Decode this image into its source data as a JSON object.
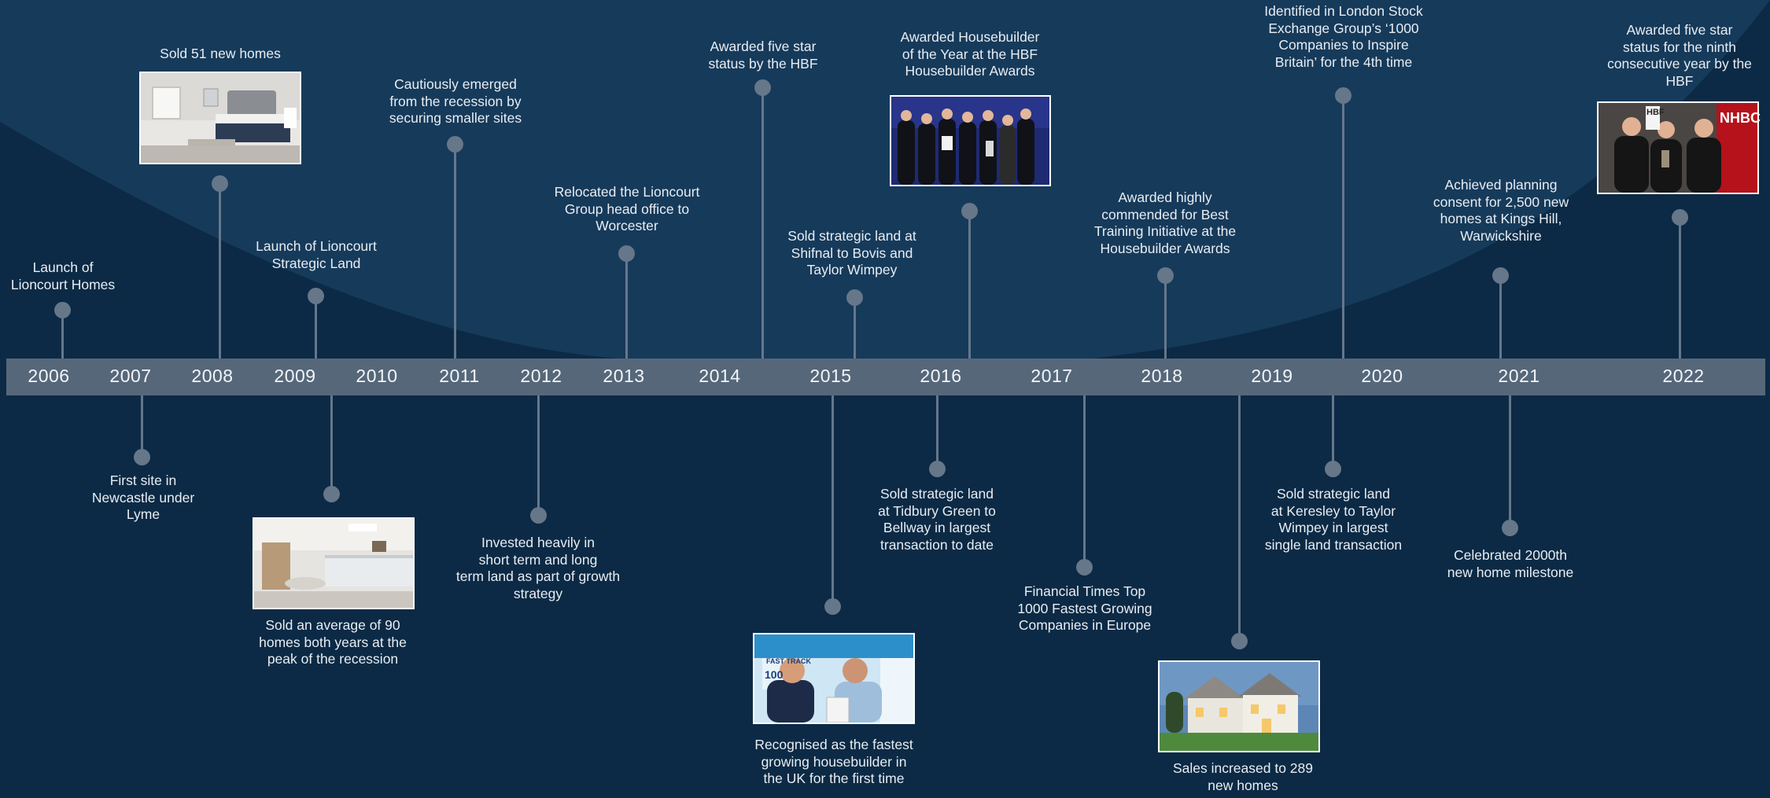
{
  "years": [
    "2006",
    "2007",
    "2008",
    "2009",
    "2010",
    "2011",
    "2012",
    "2013",
    "2014",
    "2015",
    "2016",
    "2017",
    "2018",
    "2019",
    "2020",
    "2021",
    "2022"
  ],
  "events_above": [
    {
      "id": "e1",
      "text": "Launch of\nLioncourt Homes"
    },
    {
      "id": "e2",
      "text": "Sold 51 new homes"
    },
    {
      "id": "e3",
      "text": "Launch of Lioncourt\nStrategic Land"
    },
    {
      "id": "e4",
      "text": "Cautiously emerged\nfrom the recession by\nsecuring smaller sites"
    },
    {
      "id": "e5",
      "text": "Relocated the Lioncourt\nGroup head office to\nWorcester"
    },
    {
      "id": "e6",
      "text": "Awarded five star\nstatus by the HBF"
    },
    {
      "id": "e7",
      "text": "Sold strategic land at\nShifnal to Bovis and\nTaylor Wimpey"
    },
    {
      "id": "e8",
      "text": "Awarded Housebuilder\nof the Year at the HBF\nHousebuilder Awards"
    },
    {
      "id": "e9",
      "text": "Awarded highly\ncommended for Best\nTraining Initiative at the\nHousebuilder Awards"
    },
    {
      "id": "e10",
      "text": "Identified in London Stock\nExchange Group’s ‘1000\nCompanies to Inspire\nBritain’ for the 4th time"
    },
    {
      "id": "e11",
      "text": "Achieved planning\nconsent for 2,500 new\nhomes at Kings Hill,\nWarwickshire"
    },
    {
      "id": "e12",
      "text": "Awarded five star\nstatus for the ninth\nconsecutive year by the\nHBF"
    }
  ],
  "events_below": [
    {
      "id": "b1",
      "text": "First site in\nNewcastle under\nLyme"
    },
    {
      "id": "b2",
      "text": "Sold an average of 90\nhomes both years at the\npeak of the recession"
    },
    {
      "id": "b3",
      "text": "Invested heavily in\nshort term and long\nterm land as part of growth\nstrategy"
    },
    {
      "id": "b4",
      "text": "Recognised as the fastest\ngrowing housebuilder in\nthe UK for the first time"
    },
    {
      "id": "b5",
      "text": "Sold strategic land\nat Tidbury Green to\nBellway in largest\ntransaction to date"
    },
    {
      "id": "b6",
      "text": "Financial Times Top\n1000 Fastest Growing\nCompanies in Europe"
    },
    {
      "id": "b7",
      "text": "Sales increased to 289\nnew homes"
    },
    {
      "id": "b8",
      "text": "Sold strategic land\nat Keresley to Taylor\nWimpey in largest\nsingle land transaction"
    },
    {
      "id": "b9",
      "text": "Celebrated 2000th\nnew home milestone"
    }
  ],
  "photos": {
    "bedroom": "bedroom photo",
    "kitchen": "kitchen photo",
    "award_group": "award group photo",
    "growth_award": "fast track award photo",
    "house": "new home photo",
    "nhbc_award": "NHBC award photo"
  },
  "logo_text": {
    "nhbc": "NHBC",
    "hbf": "HBF",
    "fast_track": "FAST TRACK",
    "fast_track_num": "100"
  },
  "colors": {
    "background": "#0c2a45",
    "arc": "#163a5a",
    "band": "#56677a",
    "stem": "#66778a"
  }
}
